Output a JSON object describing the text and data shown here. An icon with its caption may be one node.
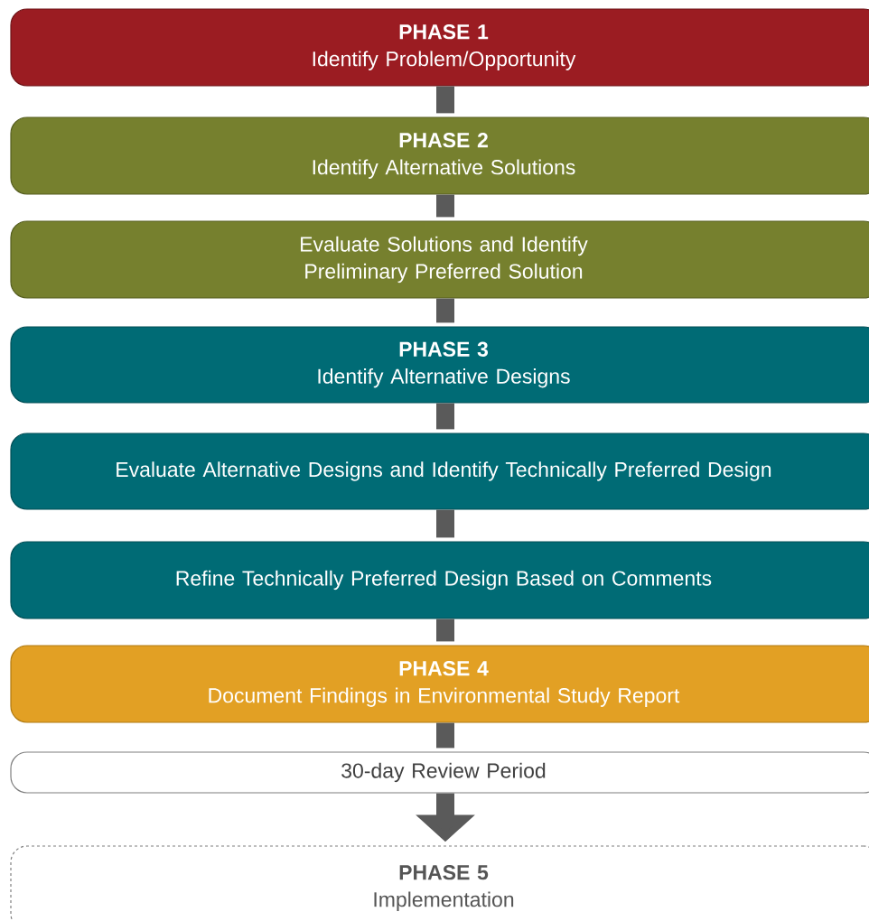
{
  "diagram": {
    "nodes": [
      {
        "text": [
          "PHASE 1",
          "Identify Problem/Opportunity"
        ]
      },
      {
        "text": [
          "PHASE 2",
          "Identify Alternative Solutions"
        ]
      },
      {
        "text": [
          "Evaluate Solutions and Identify Preliminary Preferred Solution"
        ]
      },
      {
        "text": [
          "PHASE 3",
          "Identify Alternative Designs"
        ]
      },
      {
        "text": [
          "Evaluate Alternative Designs and Identify Technically Preferred Design"
        ]
      },
      {
        "text": [
          "Refine Technically Preferred Design Based on Comments"
        ]
      },
      {
        "text": [
          "PHASE 4",
          "Document Findings in Environmental Study Report"
        ]
      },
      {
        "text": [
          "30-day Review Period"
        ]
      },
      {
        "text": [
          "PHASE 5",
          "Implementation"
        ]
      }
    ],
    "edges": [
      {
        "from": 0,
        "to": 1,
        "arrow": "none"
      },
      {
        "from": 1,
        "to": 2,
        "arrow": "none"
      },
      {
        "from": 2,
        "to": 3,
        "arrow": "none"
      },
      {
        "from": 3,
        "to": 4,
        "arrow": "none"
      },
      {
        "from": 4,
        "to": 5,
        "arrow": "none"
      },
      {
        "from": 5,
        "to": 6,
        "arrow": "none"
      },
      {
        "from": 6,
        "to": 7,
        "arrow": "none"
      },
      {
        "from": 7,
        "to": 8,
        "arrow": "to"
      }
    ]
  }
}
